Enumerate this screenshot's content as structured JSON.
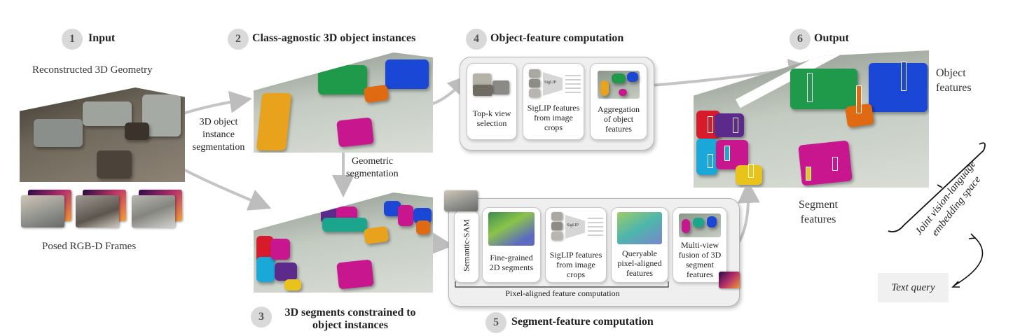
{
  "sections": {
    "input": {
      "num": "1",
      "title": "Input"
    },
    "instances": {
      "num": "2",
      "title": "Class-agnostic 3D object instances"
    },
    "segments": {
      "num": "3",
      "title_line1": "3D segments constrained to",
      "title_line2": "object instances"
    },
    "object_feature": {
      "num": "4",
      "title": "Object-feature computation"
    },
    "segment_feature": {
      "num": "5",
      "title": "Segment-feature computation"
    },
    "output": {
      "num": "6",
      "title": "Output"
    }
  },
  "input": {
    "geometry_label": "Reconstructed 3D Geometry",
    "frames_label": "Posed RGB-D Frames"
  },
  "arrows": {
    "instance_seg_line1": "3D object",
    "instance_seg_line2": "instance",
    "instance_seg_line3": "segmentation",
    "geometric_line1": "Geometric",
    "geometric_line2": "segmentation"
  },
  "object_pipeline": {
    "topk_line1": "Top-k view",
    "topk_line2": "selection",
    "siglip_line1": "SigLIP features",
    "siglip_line2": "from image",
    "siglip_line3": "crops",
    "aggregation_line1": "Aggregation",
    "aggregation_line2": "of object",
    "aggregation_line3": "features",
    "siglip_tag": "SigLIP"
  },
  "segment_pipeline": {
    "semantic_sam": "Semantic-SAM",
    "finegrained_line1": "Fine-grained",
    "finegrained_line2": "2D segments",
    "siglip_line1": "SigLIP features",
    "siglip_line2": "from image",
    "siglip_line3": "crops",
    "queryable_line1": "Queryable",
    "queryable_line2": "pixel-aligned",
    "queryable_line3": "features",
    "multiview_line1": "Multi-view",
    "multiview_line2": "fusion of 3D",
    "multiview_line3": "segment",
    "multiview_line4": "features",
    "pixel_aligned_caption": "Pixel-aligned feature computation",
    "siglip_tag": "SigLIP"
  },
  "output": {
    "object_features_line1": "Object",
    "object_features_line2": "features",
    "segment_features_line1": "Segment",
    "segment_features_line2": "features",
    "embedding_line1": "Joint vision-language",
    "embedding_line2": "embedding space",
    "text_query": "Text query"
  },
  "colors": {
    "orange": "#e8a21c",
    "green": "#1f9a4a",
    "blue": "#1a47d6",
    "magenta": "#c8168f",
    "rust": "#e06a12",
    "red": "#d81b2a",
    "cyan": "#19a8d8",
    "purple": "#5b2a8a",
    "yellow": "#e9c21a",
    "teal": "#1aa58c"
  }
}
